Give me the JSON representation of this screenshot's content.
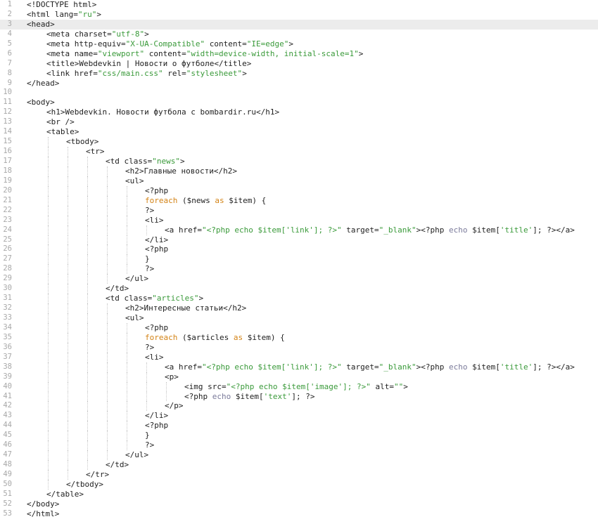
{
  "editor": {
    "current_line": 3,
    "colors": {
      "plain": "#1e1e1e",
      "string": "#3a9a3a",
      "keyword": "#d38316",
      "php": "#7a7a9a",
      "line_number": "#a8a8a8",
      "current_line_bg": "#ececec"
    },
    "lines": [
      {
        "n": "1",
        "indent": 0,
        "tokens": [
          {
            "t": "<!DOCTYPE html>",
            "c": "plain"
          }
        ]
      },
      {
        "n": "2",
        "indent": 0,
        "tokens": [
          {
            "t": "<html lang=",
            "c": "plain"
          },
          {
            "t": "\"ru\"",
            "c": "string"
          },
          {
            "t": ">",
            "c": "plain"
          }
        ]
      },
      {
        "n": "3",
        "indent": 0,
        "tokens": [
          {
            "t": "<head>",
            "c": "plain"
          }
        ]
      },
      {
        "n": "4",
        "indent": 1,
        "tokens": [
          {
            "t": "<meta charset=",
            "c": "plain"
          },
          {
            "t": "\"utf-8\"",
            "c": "string"
          },
          {
            "t": ">",
            "c": "plain"
          }
        ]
      },
      {
        "n": "5",
        "indent": 1,
        "tokens": [
          {
            "t": "<meta http-equiv=",
            "c": "plain"
          },
          {
            "t": "\"X-UA-Compatible\"",
            "c": "string"
          },
          {
            "t": " content=",
            "c": "plain"
          },
          {
            "t": "\"IE=edge\"",
            "c": "string"
          },
          {
            "t": ">",
            "c": "plain"
          }
        ]
      },
      {
        "n": "6",
        "indent": 1,
        "tokens": [
          {
            "t": "<meta name=",
            "c": "plain"
          },
          {
            "t": "\"viewport\"",
            "c": "string"
          },
          {
            "t": " content=",
            "c": "plain"
          },
          {
            "t": "\"width=device-width, initial-scale=1\"",
            "c": "string"
          },
          {
            "t": ">",
            "c": "plain"
          }
        ]
      },
      {
        "n": "7",
        "indent": 1,
        "tokens": [
          {
            "t": "<title>Webdevkin | Новости о футболе</title>",
            "c": "plain"
          }
        ]
      },
      {
        "n": "8",
        "indent": 1,
        "tokens": [
          {
            "t": "<link href=",
            "c": "plain"
          },
          {
            "t": "\"css/main.css\"",
            "c": "string"
          },
          {
            "t": " rel=",
            "c": "plain"
          },
          {
            "t": "\"stylesheet\"",
            "c": "string"
          },
          {
            "t": ">",
            "c": "plain"
          }
        ]
      },
      {
        "n": "9",
        "indent": 0,
        "tokens": [
          {
            "t": "</head>",
            "c": "plain"
          }
        ]
      },
      {
        "n": "10",
        "indent": 0,
        "tokens": []
      },
      {
        "n": "11",
        "indent": 0,
        "tokens": [
          {
            "t": "<body>",
            "c": "plain"
          }
        ]
      },
      {
        "n": "12",
        "indent": 1,
        "tokens": [
          {
            "t": "<h1>Webdevkin. Новости футбола с bombardir.ru</h1>",
            "c": "plain"
          }
        ]
      },
      {
        "n": "13",
        "indent": 1,
        "tokens": [
          {
            "t": "<br />",
            "c": "plain"
          }
        ]
      },
      {
        "n": "14",
        "indent": 1,
        "tokens": [
          {
            "t": "<table>",
            "c": "plain"
          }
        ]
      },
      {
        "n": "15",
        "indent": 2,
        "tokens": [
          {
            "t": "<tbody>",
            "c": "plain"
          }
        ]
      },
      {
        "n": "16",
        "indent": 3,
        "tokens": [
          {
            "t": "<tr>",
            "c": "plain"
          }
        ]
      },
      {
        "n": "17",
        "indent": 4,
        "tokens": [
          {
            "t": "<td class=",
            "c": "plain"
          },
          {
            "t": "\"news\"",
            "c": "string"
          },
          {
            "t": ">",
            "c": "plain"
          }
        ]
      },
      {
        "n": "18",
        "indent": 5,
        "tokens": [
          {
            "t": "<h2>Главные новости</h2>",
            "c": "plain"
          }
        ]
      },
      {
        "n": "19",
        "indent": 5,
        "tokens": [
          {
            "t": "<ul>",
            "c": "plain"
          }
        ]
      },
      {
        "n": "20",
        "indent": 6,
        "tokens": [
          {
            "t": "<?php",
            "c": "plain"
          }
        ]
      },
      {
        "n": "21",
        "indent": 6,
        "tokens": [
          {
            "t": "foreach",
            "c": "keyword"
          },
          {
            "t": " ($news ",
            "c": "plain"
          },
          {
            "t": "as",
            "c": "keyword"
          },
          {
            "t": " $item) {",
            "c": "plain"
          }
        ]
      },
      {
        "n": "22",
        "indent": 6,
        "tokens": [
          {
            "t": "?>",
            "c": "plain"
          }
        ]
      },
      {
        "n": "23",
        "indent": 6,
        "tokens": [
          {
            "t": "<li>",
            "c": "plain"
          }
        ]
      },
      {
        "n": "24",
        "indent": 7,
        "tokens": [
          {
            "t": "<a href=",
            "c": "plain"
          },
          {
            "t": "\"<?php echo $item['link']; ?>\"",
            "c": "string"
          },
          {
            "t": " target=",
            "c": "plain"
          },
          {
            "t": "\"_blank\"",
            "c": "string"
          },
          {
            "t": "><?php ",
            "c": "plain"
          },
          {
            "t": "echo",
            "c": "php"
          },
          {
            "t": " $item[",
            "c": "plain"
          },
          {
            "t": "'title'",
            "c": "string"
          },
          {
            "t": "]; ?></a>",
            "c": "plain"
          }
        ]
      },
      {
        "n": "25",
        "indent": 6,
        "tokens": [
          {
            "t": "</li>",
            "c": "plain"
          }
        ]
      },
      {
        "n": "26",
        "indent": 6,
        "tokens": [
          {
            "t": "<?php",
            "c": "plain"
          }
        ]
      },
      {
        "n": "27",
        "indent": 6,
        "tokens": [
          {
            "t": "}",
            "c": "plain"
          }
        ]
      },
      {
        "n": "28",
        "indent": 6,
        "tokens": [
          {
            "t": "?>",
            "c": "plain"
          }
        ]
      },
      {
        "n": "29",
        "indent": 5,
        "tokens": [
          {
            "t": "</ul>",
            "c": "plain"
          }
        ]
      },
      {
        "n": "30",
        "indent": 4,
        "tokens": [
          {
            "t": "</td>",
            "c": "plain"
          }
        ]
      },
      {
        "n": "31",
        "indent": 4,
        "tokens": [
          {
            "t": "<td class=",
            "c": "plain"
          },
          {
            "t": "\"articles\"",
            "c": "string"
          },
          {
            "t": ">",
            "c": "plain"
          }
        ]
      },
      {
        "n": "32",
        "indent": 5,
        "tokens": [
          {
            "t": "<h2>Интересные статьи</h2>",
            "c": "plain"
          }
        ]
      },
      {
        "n": "33",
        "indent": 5,
        "tokens": [
          {
            "t": "<ul>",
            "c": "plain"
          }
        ]
      },
      {
        "n": "34",
        "indent": 6,
        "tokens": [
          {
            "t": "<?php",
            "c": "plain"
          }
        ]
      },
      {
        "n": "35",
        "indent": 6,
        "tokens": [
          {
            "t": "foreach",
            "c": "keyword"
          },
          {
            "t": " ($articles ",
            "c": "plain"
          },
          {
            "t": "as",
            "c": "keyword"
          },
          {
            "t": " $item) {",
            "c": "plain"
          }
        ]
      },
      {
        "n": "36",
        "indent": 6,
        "tokens": [
          {
            "t": "?>",
            "c": "plain"
          }
        ]
      },
      {
        "n": "37",
        "indent": 6,
        "tokens": [
          {
            "t": "<li>",
            "c": "plain"
          }
        ]
      },
      {
        "n": "38",
        "indent": 7,
        "tokens": [
          {
            "t": "<a href=",
            "c": "plain"
          },
          {
            "t": "\"<?php echo $item['link']; ?>\"",
            "c": "string"
          },
          {
            "t": " target=",
            "c": "plain"
          },
          {
            "t": "\"_blank\"",
            "c": "string"
          },
          {
            "t": "><?php ",
            "c": "plain"
          },
          {
            "t": "echo",
            "c": "php"
          },
          {
            "t": " $item[",
            "c": "plain"
          },
          {
            "t": "'title'",
            "c": "string"
          },
          {
            "t": "]; ?></a>",
            "c": "plain"
          }
        ]
      },
      {
        "n": "39",
        "indent": 7,
        "tokens": [
          {
            "t": "<p>",
            "c": "plain"
          }
        ]
      },
      {
        "n": "40",
        "indent": 8,
        "tokens": [
          {
            "t": "<img src=",
            "c": "plain"
          },
          {
            "t": "\"<?php echo $item['image']; ?>\"",
            "c": "string"
          },
          {
            "t": " alt=",
            "c": "plain"
          },
          {
            "t": "\"\"",
            "c": "string"
          },
          {
            "t": ">",
            "c": "plain"
          }
        ]
      },
      {
        "n": "41",
        "indent": 8,
        "tokens": [
          {
            "t": "<?php ",
            "c": "plain"
          },
          {
            "t": "echo",
            "c": "php"
          },
          {
            "t": " $item[",
            "c": "plain"
          },
          {
            "t": "'text'",
            "c": "string"
          },
          {
            "t": "]; ?>",
            "c": "plain"
          }
        ]
      },
      {
        "n": "42",
        "indent": 7,
        "tokens": [
          {
            "t": "</p>",
            "c": "plain"
          }
        ]
      },
      {
        "n": "43",
        "indent": 6,
        "tokens": [
          {
            "t": "</li>",
            "c": "plain"
          }
        ]
      },
      {
        "n": "44",
        "indent": 6,
        "tokens": [
          {
            "t": "<?php",
            "c": "plain"
          }
        ]
      },
      {
        "n": "45",
        "indent": 6,
        "tokens": [
          {
            "t": "}",
            "c": "plain"
          }
        ]
      },
      {
        "n": "46",
        "indent": 6,
        "tokens": [
          {
            "t": "?>",
            "c": "plain"
          }
        ]
      },
      {
        "n": "47",
        "indent": 5,
        "tokens": [
          {
            "t": "</ul>",
            "c": "plain"
          }
        ]
      },
      {
        "n": "48",
        "indent": 4,
        "tokens": [
          {
            "t": "</td>",
            "c": "plain"
          }
        ]
      },
      {
        "n": "49",
        "indent": 3,
        "tokens": [
          {
            "t": "</tr>",
            "c": "plain"
          }
        ]
      },
      {
        "n": "50",
        "indent": 2,
        "tokens": [
          {
            "t": "</tbody>",
            "c": "plain"
          }
        ]
      },
      {
        "n": "51",
        "indent": 1,
        "tokens": [
          {
            "t": "</table>",
            "c": "plain"
          }
        ]
      },
      {
        "n": "52",
        "indent": 0,
        "tokens": [
          {
            "t": "</body>",
            "c": "plain"
          }
        ]
      },
      {
        "n": "53",
        "indent": 0,
        "tokens": [
          {
            "t": "</html>",
            "c": "plain"
          }
        ]
      }
    ]
  }
}
